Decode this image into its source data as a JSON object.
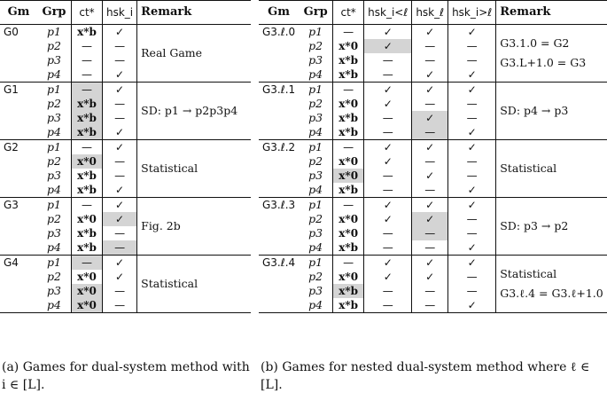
{
  "table_a": {
    "headers": [
      "Gm",
      "Grp",
      "ct*",
      "hsk_i",
      "Remark"
    ],
    "groups": [
      {
        "game": "G0",
        "rows": [
          {
            "grp": "p1",
            "ct": "x*b",
            "hsk": "✓",
            "ct_shade": false,
            "hsk_shade": false
          },
          {
            "grp": "p2",
            "ct": "—",
            "hsk": "—",
            "ct_shade": false,
            "hsk_shade": false
          },
          {
            "grp": "p3",
            "ct": "—",
            "hsk": "—",
            "ct_shade": false,
            "hsk_shade": false
          },
          {
            "grp": "p4",
            "ct": "—",
            "hsk": "✓",
            "ct_shade": false,
            "hsk_shade": false
          }
        ],
        "remark": "Real Game"
      },
      {
        "game": "G1",
        "rows": [
          {
            "grp": "p1",
            "ct": "—",
            "hsk": "✓",
            "ct_shade": true,
            "hsk_shade": false
          },
          {
            "grp": "p2",
            "ct": "x*b",
            "hsk": "—",
            "ct_shade": true,
            "hsk_shade": false
          },
          {
            "grp": "p3",
            "ct": "x*b",
            "hsk": "—",
            "ct_shade": true,
            "hsk_shade": false
          },
          {
            "grp": "p4",
            "ct": "x*b",
            "hsk": "✓",
            "ct_shade": true,
            "hsk_shade": false
          }
        ],
        "remark": "SD: p1 → p2p3p4"
      },
      {
        "game": "G2",
        "rows": [
          {
            "grp": "p1",
            "ct": "—",
            "hsk": "✓",
            "ct_shade": false,
            "hsk_shade": false
          },
          {
            "grp": "p2",
            "ct": "x*0",
            "hsk": "—",
            "ct_shade": true,
            "hsk_shade": false
          },
          {
            "grp": "p3",
            "ct": "x*b",
            "hsk": "—",
            "ct_shade": false,
            "hsk_shade": false
          },
          {
            "grp": "p4",
            "ct": "x*b",
            "hsk": "✓",
            "ct_shade": false,
            "hsk_shade": false
          }
        ],
        "remark": "Statistical"
      },
      {
        "game": "G3",
        "rows": [
          {
            "grp": "p1",
            "ct": "—",
            "hsk": "✓",
            "ct_shade": false,
            "hsk_shade": false
          },
          {
            "grp": "p2",
            "ct": "x*0",
            "hsk": "✓",
            "ct_shade": false,
            "hsk_shade": true
          },
          {
            "grp": "p3",
            "ct": "x*b",
            "hsk": "—",
            "ct_shade": false,
            "hsk_shade": false
          },
          {
            "grp": "p4",
            "ct": "x*b",
            "hsk": "—",
            "ct_shade": false,
            "hsk_shade": true
          }
        ],
        "remark": "Fig. 2b"
      },
      {
        "game": "G4",
        "rows": [
          {
            "grp": "p1",
            "ct": "—",
            "hsk": "✓",
            "ct_shade": true,
            "hsk_shade": false
          },
          {
            "grp": "p2",
            "ct": "x*0",
            "hsk": "✓",
            "ct_shade": false,
            "hsk_shade": false
          },
          {
            "grp": "p3",
            "ct": "x*0",
            "hsk": "—",
            "ct_shade": true,
            "hsk_shade": false
          },
          {
            "grp": "p4",
            "ct": "x*0",
            "hsk": "—",
            "ct_shade": true,
            "hsk_shade": false
          }
        ],
        "remark": "Statistical"
      }
    ],
    "caption": "(a) Games for dual-system method with i ∈ [L]."
  },
  "table_b": {
    "headers": [
      "Gm",
      "Grp",
      "ct*",
      "hsk_i<ℓ",
      "hsk_ℓ",
      "hsk_i>ℓ",
      "Remark"
    ],
    "groups": [
      {
        "game": "G3.ℓ.0",
        "rows": [
          {
            "grp": "p1",
            "ct": "—",
            "a": "✓",
            "b": "✓",
            "c": "✓",
            "shade": []
          },
          {
            "grp": "p2",
            "ct": "x*0",
            "a": "✓",
            "b": "—",
            "c": "—",
            "shade": [
              "a"
            ]
          },
          {
            "grp": "p3",
            "ct": "x*b",
            "a": "—",
            "b": "—",
            "c": "—",
            "shade": []
          },
          {
            "grp": "p4",
            "ct": "x*b",
            "a": "—",
            "b": "✓",
            "c": "✓",
            "shade": []
          }
        ],
        "remarks": [
          "G3.1.0 = G2",
          "G3.L+1.0 = G3"
        ]
      },
      {
        "game": "G3.ℓ.1",
        "rows": [
          {
            "grp": "p1",
            "ct": "—",
            "a": "✓",
            "b": "✓",
            "c": "✓",
            "shade": []
          },
          {
            "grp": "p2",
            "ct": "x*0",
            "a": "✓",
            "b": "—",
            "c": "—",
            "shade": []
          },
          {
            "grp": "p3",
            "ct": "x*b",
            "a": "—",
            "b": "✓",
            "c": "—",
            "shade": [
              "b"
            ]
          },
          {
            "grp": "p4",
            "ct": "x*b",
            "a": "—",
            "b": "—",
            "c": "✓",
            "shade": [
              "b"
            ]
          }
        ],
        "remarks": [
          "SD: p4 → p3"
        ]
      },
      {
        "game": "G3.ℓ.2",
        "rows": [
          {
            "grp": "p1",
            "ct": "—",
            "a": "✓",
            "b": "✓",
            "c": "✓",
            "shade": []
          },
          {
            "grp": "p2",
            "ct": "x*0",
            "a": "✓",
            "b": "—",
            "c": "—",
            "shade": []
          },
          {
            "grp": "p3",
            "ct": "x*0",
            "a": "—",
            "b": "✓",
            "c": "—",
            "shade": [
              "ct"
            ]
          },
          {
            "grp": "p4",
            "ct": "x*b",
            "a": "—",
            "b": "—",
            "c": "✓",
            "shade": []
          }
        ],
        "remarks": [
          "Statistical"
        ]
      },
      {
        "game": "G3.ℓ.3",
        "rows": [
          {
            "grp": "p1",
            "ct": "—",
            "a": "✓",
            "b": "✓",
            "c": "✓",
            "shade": []
          },
          {
            "grp": "p2",
            "ct": "x*0",
            "a": "✓",
            "b": "✓",
            "c": "—",
            "shade": [
              "b"
            ]
          },
          {
            "grp": "p3",
            "ct": "x*0",
            "a": "—",
            "b": "—",
            "c": "—",
            "shade": [
              "b"
            ]
          },
          {
            "grp": "p4",
            "ct": "x*b",
            "a": "—",
            "b": "—",
            "c": "✓",
            "shade": []
          }
        ],
        "remarks": [
          "SD: p3 → p2"
        ]
      },
      {
        "game": "G3.ℓ.4",
        "rows": [
          {
            "grp": "p1",
            "ct": "—",
            "a": "✓",
            "b": "✓",
            "c": "✓",
            "shade": []
          },
          {
            "grp": "p2",
            "ct": "x*0",
            "a": "✓",
            "b": "✓",
            "c": "—",
            "shade": []
          },
          {
            "grp": "p3",
            "ct": "x*b",
            "a": "—",
            "b": "—",
            "c": "—",
            "shade": [
              "ct"
            ]
          },
          {
            "grp": "p4",
            "ct": "x*b",
            "a": "—",
            "b": "—",
            "c": "✓",
            "shade": []
          }
        ],
        "remarks": [
          "Statistical",
          "G3.ℓ.4 = G3.ℓ+1.0"
        ]
      }
    ],
    "caption": "(b) Games for nested dual-system method where ℓ ∈ [L]."
  }
}
